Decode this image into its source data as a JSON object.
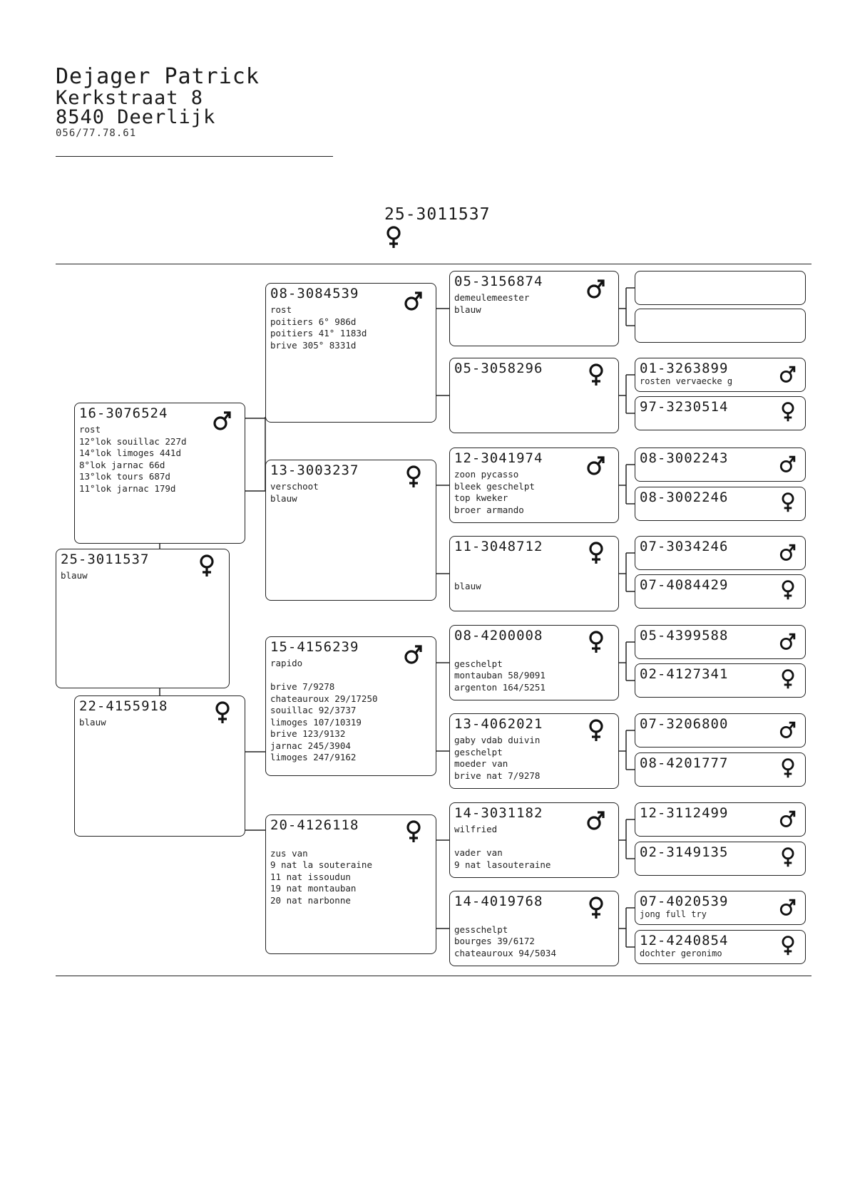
{
  "owner": {
    "name": "Dejager Patrick",
    "street": "Kerkstraat  8",
    "city": "8540 Deerlijk",
    "phone": "056/77.78.61"
  },
  "pigeon": {
    "ring": "25-3011537",
    "sex": "female"
  },
  "pedigree": {
    "subject": {
      "ring": "25-3011537",
      "sex": "female",
      "info": "blauw"
    },
    "sire": {
      "ring": "16-3076524",
      "sex": "male",
      "info": "rost\n12°lok souillac 227d\n14°lok limoges 441d\n8°lok jarnac 66d\n13°lok tours 687d\n11°lok jarnac 179d"
    },
    "dam": {
      "ring": "22-4155918",
      "sex": "female",
      "info": "blauw"
    },
    "ss": {
      "ring": "08-3084539",
      "sex": "male",
      "info": "rost\npoitiers 6° 986d\npoitiers 41° 1183d\nbrive 305° 8331d"
    },
    "sd": {
      "ring": "13-3003237",
      "sex": "female",
      "info": "verschoot\nblauw"
    },
    "ds": {
      "ring": "15-4156239",
      "sex": "male",
      "info": "rapido\n\nbrive 7/9278\nchateauroux 29/17250\nsouillac 92/3737\nlimoges 107/10319\nbrive 123/9132\njarnac 245/3904\nlimoges 247/9162"
    },
    "dd": {
      "ring": "20-4126118",
      "sex": "female",
      "info": "\nzus van\n9 nat la souteraine\n11 nat issoudun\n19 nat montauban\n20 nat narbonne"
    },
    "sss": {
      "ring": "05-3156874",
      "sex": "male",
      "info": "demeulemeester\nblauw"
    },
    "ssd": {
      "ring": "05-3058296",
      "sex": "female",
      "info": ""
    },
    "sds": {
      "ring": "12-3041974",
      "sex": "male",
      "info": "zoon pycasso\nbleek geschelpt\ntop kweker\nbroer armando"
    },
    "sdd": {
      "ring": "11-3048712",
      "sex": "female",
      "info": "\n\nblauw"
    },
    "dss": {
      "ring": "08-4200008",
      "sex": "female",
      "info": "\ngeschelpt\nmontauban 58/9091\nargenton 164/5251"
    },
    "dsd": {
      "ring": "13-4062021",
      "sex": "female",
      "info": "gaby vdab duivin\ngeschelpt\nmoeder van\nbrive nat 7/9278"
    },
    "dds": {
      "ring": "14-3031182",
      "sex": "male",
      "info": "wilfried\n\nvader van\n9 nat lasouteraine"
    },
    "ddd": {
      "ring": "14-4019768",
      "sex": "female",
      "info": "\ngesschelpt\nbourges 39/6172\nchateauroux 94/5034"
    },
    "g4": [
      {
        "ring": "",
        "sex": "",
        "info": ""
      },
      {
        "ring": "",
        "sex": "",
        "info": ""
      },
      {
        "ring": "01-3263899",
        "sex": "male",
        "info": "rosten vervaecke g"
      },
      {
        "ring": "97-3230514",
        "sex": "female",
        "info": ""
      },
      {
        "ring": "08-3002243",
        "sex": "male",
        "info": ""
      },
      {
        "ring": "08-3002246",
        "sex": "female",
        "info": ""
      },
      {
        "ring": "07-3034246",
        "sex": "male",
        "info": ""
      },
      {
        "ring": "07-4084429",
        "sex": "female",
        "info": ""
      },
      {
        "ring": "05-4399588",
        "sex": "male",
        "info": ""
      },
      {
        "ring": "02-4127341",
        "sex": "female",
        "info": ""
      },
      {
        "ring": "07-3206800",
        "sex": "male",
        "info": ""
      },
      {
        "ring": "08-4201777",
        "sex": "female",
        "info": ""
      },
      {
        "ring": "12-3112499",
        "sex": "male",
        "info": ""
      },
      {
        "ring": "02-3149135",
        "sex": "female",
        "info": ""
      },
      {
        "ring": "07-4020539",
        "sex": "male",
        "info": "jong full try"
      },
      {
        "ring": "12-4240854",
        "sex": "female",
        "info": "dochter geronimo"
      }
    ]
  }
}
